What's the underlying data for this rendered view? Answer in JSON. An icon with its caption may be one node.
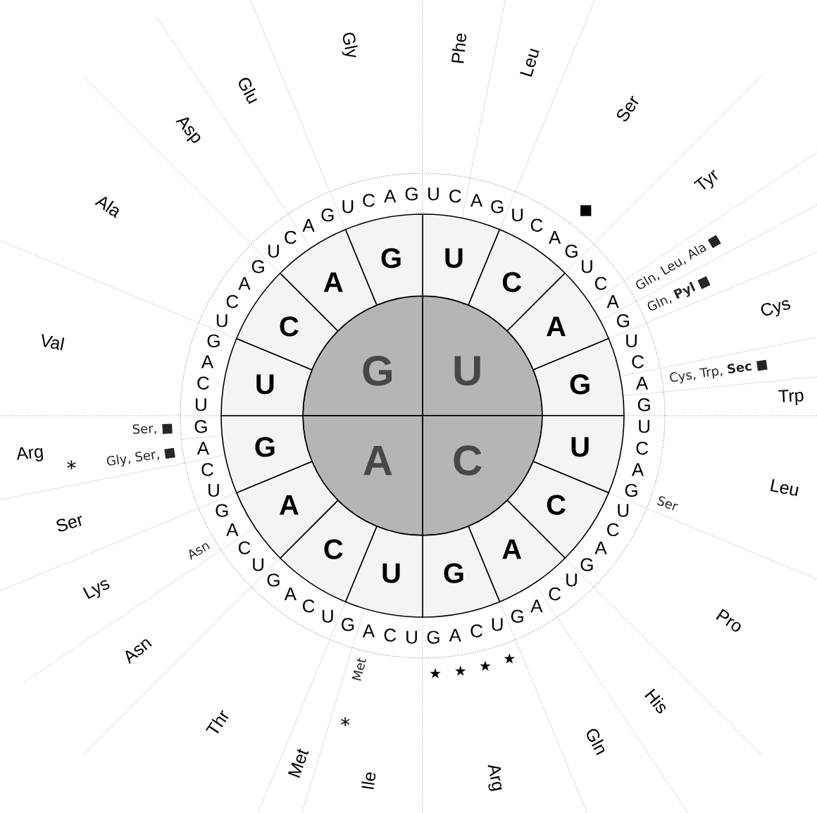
{
  "diagram": {
    "nodes": [
      {
        "text": [
          "U"
        ]
      },
      {
        "text": [
          "C"
        ]
      },
      {
        "text": [
          "A"
        ]
      },
      {
        "text": [
          "G"
        ]
      },
      {
        "text": [
          "U"
        ]
      },
      {
        "text": [
          "C"
        ]
      },
      {
        "text": [
          "A"
        ]
      },
      {
        "text": [
          "G"
        ]
      },
      {
        "text": [
          "U"
        ]
      },
      {
        "text": [
          "C"
        ]
      },
      {
        "text": [
          "A"
        ]
      },
      {
        "text": [
          "G"
        ]
      },
      {
        "text": [
          "U"
        ]
      },
      {
        "text": [
          "C"
        ]
      },
      {
        "text": [
          "A"
        ]
      },
      {
        "text": [
          "G"
        ]
      },
      {
        "text": [
          "U"
        ]
      },
      {
        "text": [
          "C"
        ]
      },
      {
        "text": [
          "A"
        ]
      },
      {
        "text": [
          "G"
        ]
      }
    ],
    "labels": [
      "U",
      "C",
      "A",
      "G",
      "U",
      "C",
      "A",
      "G",
      "U",
      "C",
      "A",
      "G",
      "U",
      "C",
      "A",
      "G",
      "U",
      "C",
      "A",
      "G",
      "U",
      "C",
      "A",
      "G",
      "U",
      "C",
      "A",
      "G",
      "U",
      "C",
      "A",
      "G",
      "U",
      "C",
      "A",
      "G",
      "U",
      "C",
      "A",
      "G",
      "U",
      "C",
      "A",
      "G",
      "U",
      "C",
      "A",
      "G",
      "U",
      "C",
      "A",
      "G",
      "U",
      "C",
      "A",
      "G",
      "U",
      "C",
      "A",
      "G",
      "U",
      "C",
      "A",
      "G",
      "Phe",
      "Leu",
      "Ser",
      "Tyr",
      "Cys",
      "Trp",
      "Leu",
      "Pro",
      "His",
      "Gln",
      "Arg",
      "Ile",
      "Met",
      "Thr",
      "Asn",
      "Lys",
      "Ser",
      "Arg",
      "Val",
      "Ala",
      "Asp",
      "Glu",
      "Gly",
      "■",
      "Gln, Leu, Ala ■",
      "Gln, **Pyl** ■",
      "Cys, Trp, **Sec** ■",
      "Ser",
      "★",
      "★",
      "★",
      "★",
      "Met",
      "*",
      "Asn",
      "Gly, Ser, ■",
      "*",
      "Ser, ■"
    ]
  }
}
